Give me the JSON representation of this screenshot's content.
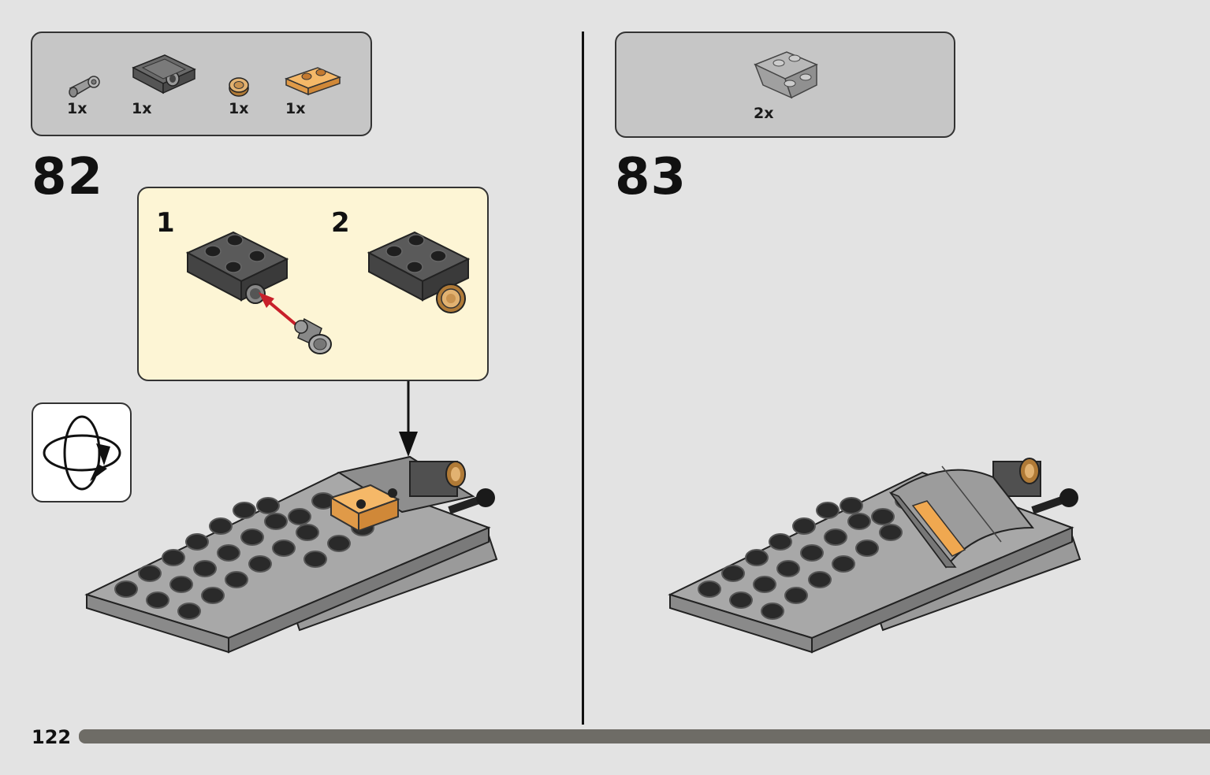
{
  "page": {
    "number": "122"
  },
  "step82": {
    "number": "82",
    "parts": [
      {
        "icon": "pin-connector-icon",
        "qty": "1x"
      },
      {
        "icon": "plate-2x2-pin-hole-icon",
        "qty": "1x"
      },
      {
        "icon": "round-tile-gold-icon",
        "qty": "1x"
      },
      {
        "icon": "plate-1x2-trans-orange-icon",
        "qty": "1x"
      }
    ],
    "substeps": [
      {
        "number": "1"
      },
      {
        "number": "2"
      }
    ]
  },
  "step83": {
    "number": "83",
    "parts": [
      {
        "icon": "curved-slope-light-gray-icon",
        "qty": "2x"
      }
    ]
  },
  "colors": {
    "background": "#e3e3e3",
    "parts_box": "#c6c6c6",
    "substep_box": "#fdf5d5",
    "arrow_red": "#c8202a",
    "progress_bar": "#6e6c66",
    "trans_orange": "#f0a850",
    "gold": "#c08a3e"
  }
}
